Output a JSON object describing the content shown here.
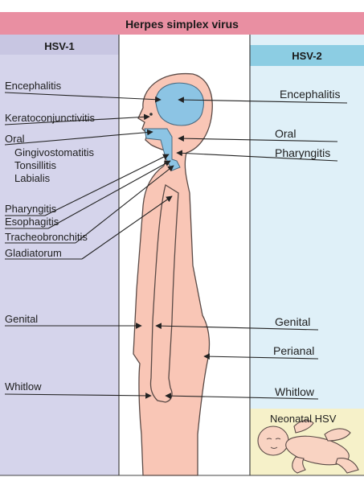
{
  "title": "Herpes simplex virus",
  "columns": {
    "left": "HSV-1",
    "right": "HSV-2"
  },
  "hsv1_labels": {
    "encephalitis": "Encephalitis",
    "keratoconjunctivitis": "Keratoconjunctivitis",
    "oral": "Oral",
    "gingivostomatitis": "Gingivostomatitis",
    "tonsillitis": "Tonsillitis",
    "labialis": "Labialis",
    "pharyngitis": "Pharyngitis",
    "esophagitis": "Esophagitis",
    "tracheobronchitis": "Tracheobronchitis",
    "gladiatorum": "Gladiatorum",
    "genital": "Genital",
    "whitlow": "Whitlow"
  },
  "hsv2_labels": {
    "encephalitis": "Encephalitis",
    "oral": "Oral",
    "pharyngitis": "Pharyngitis",
    "genital": "Genital",
    "perianal": "Perianal",
    "whitlow": "Whitlow",
    "neonatal": "Neonatal HSV"
  },
  "colors": {
    "title_bar": "#e98fa2",
    "hsv1_panel": "#d5d4eb",
    "hsv2_panel": "#dff0f8",
    "hsv2_header": "#8ccde3",
    "body": "#f9c6b6",
    "body_outline": "#5a4a46",
    "brain": "#8cc4e4",
    "neonatal_box": "#f6f1c9",
    "line": "#222222"
  }
}
